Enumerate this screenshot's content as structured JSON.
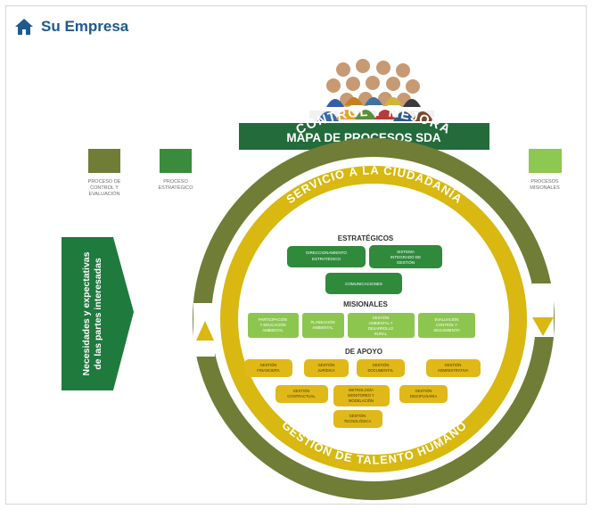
{
  "header": {
    "title": "Su Empresa",
    "icon": "home-icon"
  },
  "diagram": {
    "map_title": "MAPA DE PROCESOS SDA",
    "legend": [
      {
        "label_line1": "PROCESO DE",
        "label_line2": "CONTROL Y",
        "label_line3": "EVALUACIÓN",
        "color": "#707d36"
      },
      {
        "label_line1": "PROCESO",
        "label_line2": "ESTRATÉGICO",
        "label_line3": "",
        "color": "#3a8c3c"
      },
      {
        "label_line1": "PROCESOS",
        "label_line2": "MISIONALES",
        "label_line3": "",
        "color": "#8dc850"
      }
    ],
    "arrow_text_line1": "Necesidades y expectativas",
    "arrow_text_line2": "de las partes interesadas",
    "outer_ring_top": "CONTROL Y MEJORA",
    "inner_ring_top": "SERVICIO A LA CIUDADANÍA",
    "inner_ring_bottom": "GESTIÓN DE TALENTO HUMANO",
    "sections": {
      "strategic": "ESTRATÉGICOS",
      "missional": "MISIONALES",
      "support": "DE APOYO"
    },
    "strategic_boxes": [
      [
        "DIRECCIONAMIENTO",
        "ESTRATÉGICO"
      ],
      [
        "SISTEMA",
        "INTEGRADO DE",
        "GESTIÓN"
      ],
      [
        "COMUNICACIONES"
      ]
    ],
    "missional_boxes": [
      [
        "PARTICIPACIÓN",
        "Y EDUCACIÓN",
        "AMBIENTAL"
      ],
      [
        "PLANEACIÓN",
        "AMBIENTAL"
      ],
      [
        "GESTIÓN",
        "AMBIENTAL Y",
        "DESARROLLO",
        "RURAL"
      ],
      [
        "EVALUACIÓN",
        "CONTROL Y",
        "SEGUIMIENTO"
      ]
    ],
    "support_boxes": [
      [
        "GESTIÓN",
        "FINANCIERA"
      ],
      [
        "GESTIÓN",
        "JURÍDICA"
      ],
      [
        "GESTIÓN",
        "DOCUMENTAL"
      ],
      [
        "GESTIÓN",
        "ADMINISTRATIVA"
      ],
      [
        "GESTIÓN",
        "CONTRACTUAL"
      ],
      [
        "METROLOGÍA",
        "MONITOREO Y",
        "MODELACIÓN"
      ],
      [
        "GESTIÓN",
        "DISCIPLINARIA"
      ],
      [
        "GESTIÓN",
        "TECNOLÓGICA"
      ]
    ],
    "colors": {
      "outer_ring": "#6f7d36",
      "inner_ring": "#d8b811",
      "strategic": "#2f8a3c",
      "missional": "#8cc64f",
      "support": "#e0b818",
      "title_bar": "#236b3a"
    }
  }
}
